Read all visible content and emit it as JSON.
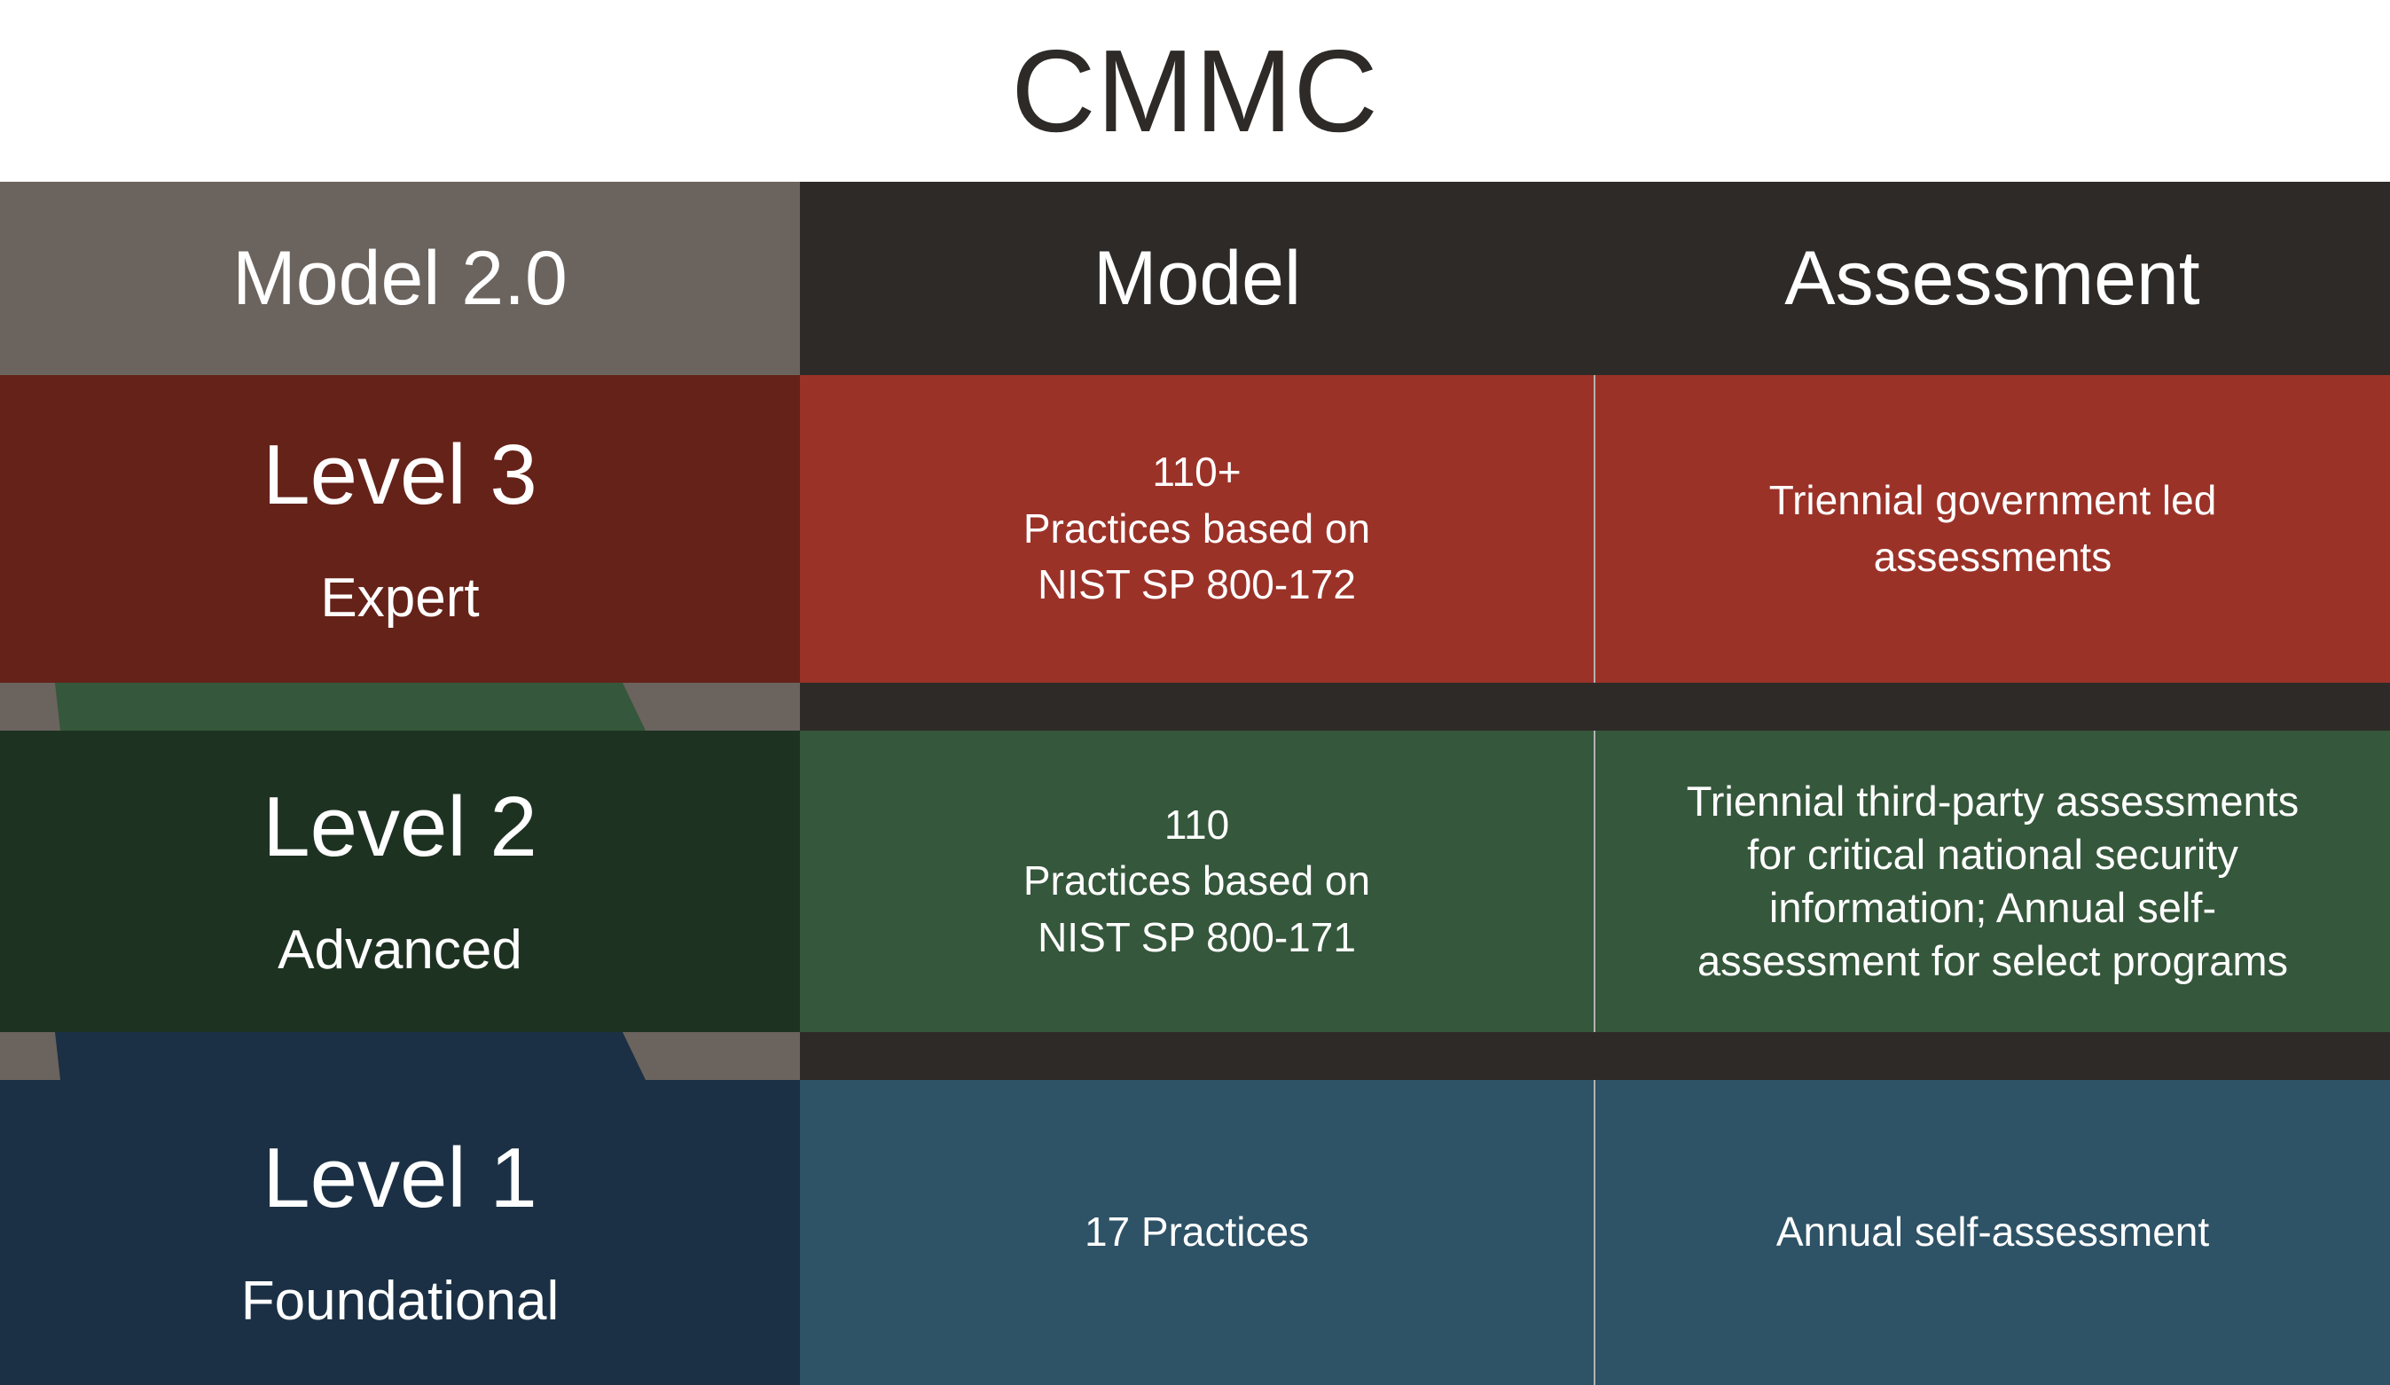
{
  "title": "CMMC",
  "header": {
    "col_level": "Model 2.0",
    "col_model": "Model",
    "col_assessment": "Assessment"
  },
  "colors": {
    "title_text": "#2E2A27",
    "header_left_bg": "#6B635E",
    "header_right_bg": "#2E2A27",
    "level3_left_bg": "#652219",
    "level3_cell_bg": "#9B3228",
    "level2_left_bg": "#1E3222",
    "level2_cell_bg": "#35573B",
    "level1_left_bg": "#1B3044",
    "level1_cell_bg": "#2E5266",
    "gap_left_bg": "#6B635E",
    "gap_right_bg": "#2E2A27",
    "text": "#FFFFFF"
  },
  "levels": [
    {
      "name": "Level 3",
      "descriptor": "Expert",
      "model": "110+\nPractices based on\nNIST SP 800-172",
      "assessment": "Triennial government led\nassessments"
    },
    {
      "name": "Level 2",
      "descriptor": "Advanced",
      "model": "110\nPractices based on\nNIST SP 800-171",
      "assessment": "Triennial third-party assessments\nfor critical national security\ninformation; Annual self-\nassessment for select programs"
    },
    {
      "name": "Level 1",
      "descriptor": "Foundational",
      "model": "17 Practices",
      "assessment": "Annual self-assessment"
    }
  ]
}
